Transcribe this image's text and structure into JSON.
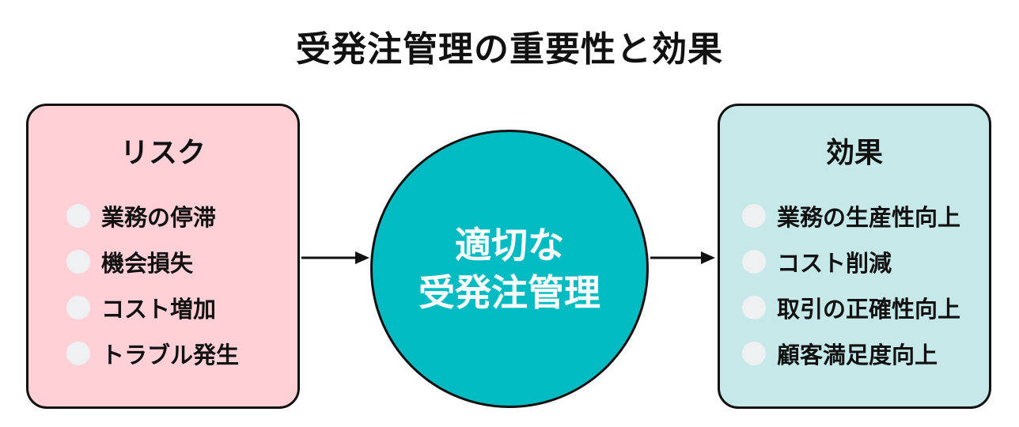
{
  "title": "受発注管理の重要性と効果",
  "risk": {
    "heading": "リスク",
    "items": [
      "業務の停滞",
      "機会損失",
      "コスト増加",
      "トラブル発生"
    ]
  },
  "center": {
    "line1": "適切な",
    "line2": "受発注管理"
  },
  "effect": {
    "heading": "効果",
    "items": [
      "業務の生産性向上",
      "コスト削減",
      "取引の正確性向上",
      "顧客満足度向上"
    ]
  },
  "colors": {
    "risk_bg": "#ffd0d6",
    "effect_bg": "#c6e8e8",
    "center_bg": "#00bcc2",
    "bullet": "#eef0f2"
  }
}
